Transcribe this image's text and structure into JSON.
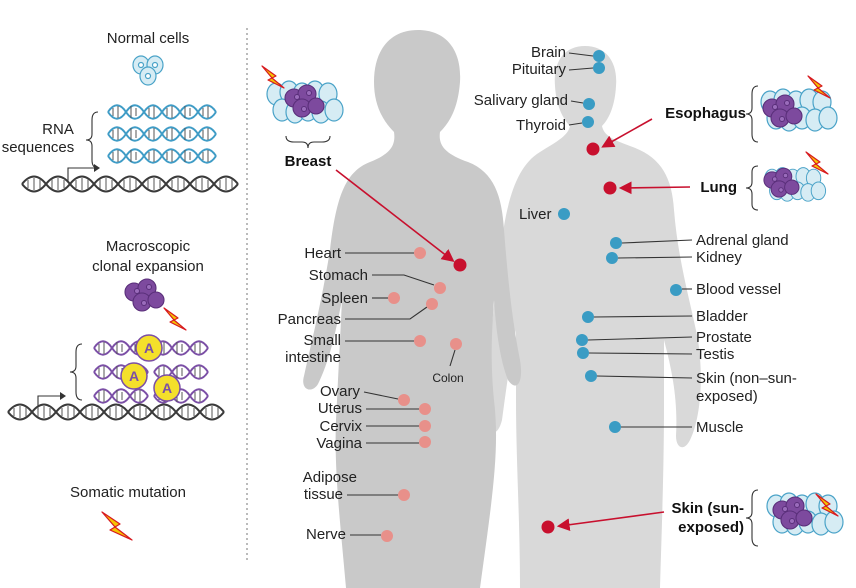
{
  "left_panel": {
    "normal_cells_label": "Normal cells",
    "rna_label_line1": "RNA",
    "rna_label_line2": "sequences",
    "clonal_line1": "Macroscopic",
    "clonal_line2": "clonal expansion",
    "allele_letter": "A",
    "somatic_label": "Somatic mutation"
  },
  "female_tissues": {
    "breast": "Breast",
    "heart": "Heart",
    "stomach": "Stomach",
    "spleen": "Spleen",
    "pancreas": "Pancreas",
    "small_intestine_1": "Small",
    "small_intestine_2": "intestine",
    "colon": "Colon",
    "ovary": "Ovary",
    "uterus": "Uterus",
    "cervix": "Cervix",
    "vagina": "Vagina",
    "adipose_1": "Adipose",
    "adipose_2": "tissue",
    "nerve": "Nerve"
  },
  "male_tissues": {
    "brain": "Brain",
    "pituitary": "Pituitary",
    "salivary": "Salivary gland",
    "thyroid": "Thyroid",
    "esophagus": "Esophagus",
    "lung": "Lung",
    "liver": "Liver",
    "adrenal": "Adrenal gland",
    "kidney": "Kidney",
    "blood_vessel": "Blood vessel",
    "bladder": "Bladder",
    "prostate": "Prostate",
    "testis": "Testis",
    "skin_nonsun_1": "Skin (non–sun-",
    "skin_nonsun_2": "exposed)",
    "muscle": "Muscle",
    "skin_sun_1": "Skin (sun-",
    "skin_sun_2": "exposed)"
  },
  "colors": {
    "normal_dot": "#e8908a",
    "tissue_dot": "#3a9cc4",
    "expansion_dot": "#c8102e",
    "clone": "#7d4a9e",
    "cell": "#4aa3c8",
    "silhouette": "#c9c9c9"
  },
  "icons": [
    "lightning-bolt-icon",
    "cell-cluster-icon",
    "clone-cluster-icon",
    "dna-helix-icon"
  ]
}
